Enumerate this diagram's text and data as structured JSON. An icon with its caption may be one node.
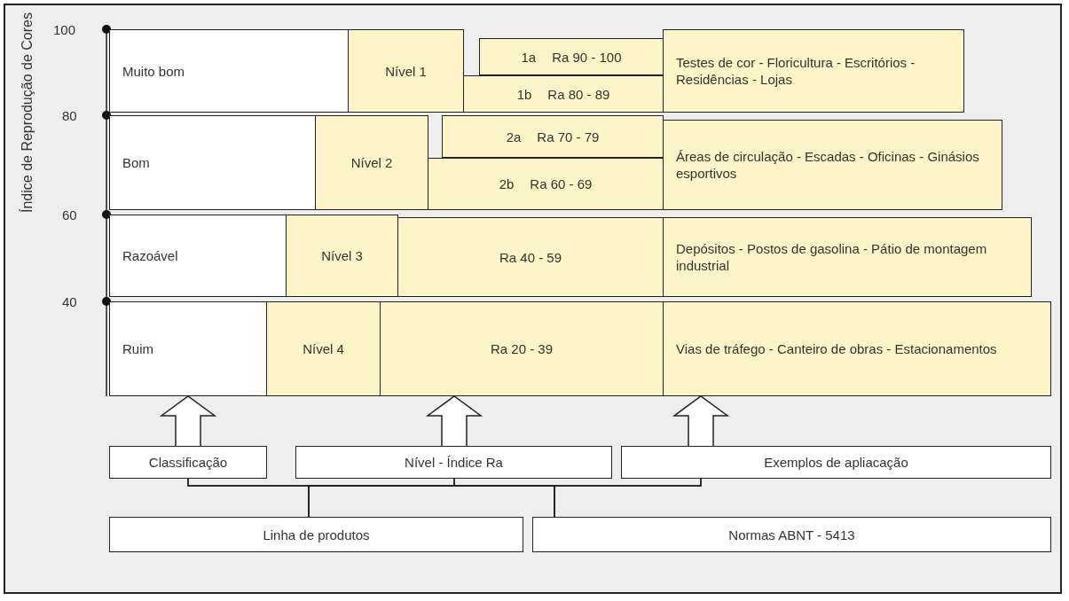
{
  "diagram": {
    "nodes": [
      {
        "text": [
          "Muito bom"
        ]
      },
      {
        "text": [
          "Nível 1"
        ]
      },
      {
        "text": [
          "1a",
          "Ra 90 - 100"
        ]
      },
      {
        "text": [
          "1b",
          "Ra 80 - 89"
        ]
      },
      {
        "text": [
          "Testes de cor - Floricultura - Escritórios - Residências - Lojas"
        ]
      },
      {
        "text": [
          "Bom"
        ]
      },
      {
        "text": [
          "Nível 2"
        ]
      },
      {
        "text": [
          "2a",
          "Ra 70 - 79"
        ]
      },
      {
        "text": [
          "2b",
          "Ra 60 - 69"
        ]
      },
      {
        "text": [
          "Áreas de circulação - Escadas - Oficinas - Ginásios esportivos"
        ]
      },
      {
        "text": [
          "Razoável"
        ]
      },
      {
        "text": [
          "Nível 3"
        ]
      },
      {
        "text": [
          "Ra 40 - 59"
        ]
      },
      {
        "text": [
          "Depósitos - Postos de gasolina - Pátio de montagem industrial"
        ]
      },
      {
        "text": [
          "Ruim"
        ]
      },
      {
        "text": [
          "Nível 4"
        ]
      },
      {
        "text": [
          "Ra 20 - 39"
        ]
      },
      {
        "text": [
          "Vias de tráfego - Canteiro de obras - Estacionamentos"
        ]
      },
      {
        "text": [
          "Classificação"
        ]
      },
      {
        "text": [
          "Nível - Índice Ra"
        ]
      },
      {
        "text": [
          "Exemplos de apliacação"
        ]
      },
      {
        "text": [
          "Linha de produtos"
        ]
      },
      {
        "text": [
          "Normas ABNT - 5413"
        ]
      }
    ],
    "edges": [
      {
        "from": 18,
        "to": 14,
        "arrow": "to"
      },
      {
        "from": 19,
        "to": 16,
        "arrow": "to"
      },
      {
        "from": 20,
        "to": 17,
        "arrow": "to"
      },
      {
        "from": 21,
        "to": 18,
        "arrow": "none"
      },
      {
        "from": 21,
        "to": 19,
        "arrow": "none"
      },
      {
        "from": 21,
        "to": 20,
        "arrow": "none"
      },
      {
        "from": 22,
        "to": 18,
        "arrow": "none"
      },
      {
        "from": 22,
        "to": 19,
        "arrow": "none"
      },
      {
        "from": 22,
        "to": 20,
        "arrow": "none"
      }
    ],
    "labels": [
      "Índice de Reprodução de Cores",
      "100",
      "80",
      "60",
      "40"
    ]
  }
}
